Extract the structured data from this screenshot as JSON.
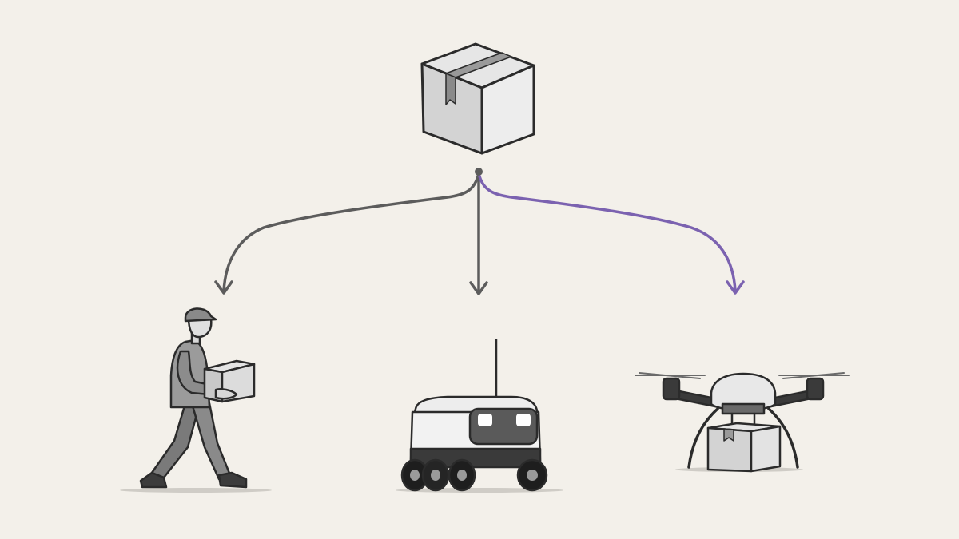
{
  "diagram": {
    "source": {
      "icon": "package-box-icon"
    },
    "branches": [
      {
        "id": "courier",
        "icon": "human-courier-icon",
        "color": "#5c5c5c"
      },
      {
        "id": "robot",
        "icon": "delivery-robot-icon",
        "color": "#5c5c5c"
      },
      {
        "id": "drone",
        "icon": "delivery-drone-icon",
        "color": "#7b62b0"
      }
    ]
  },
  "colors": {
    "background": "#f3f0ea",
    "ink": "#2b2b2b",
    "arrow_neutral": "#5c5c5c",
    "arrow_highlight": "#7b62b0"
  }
}
